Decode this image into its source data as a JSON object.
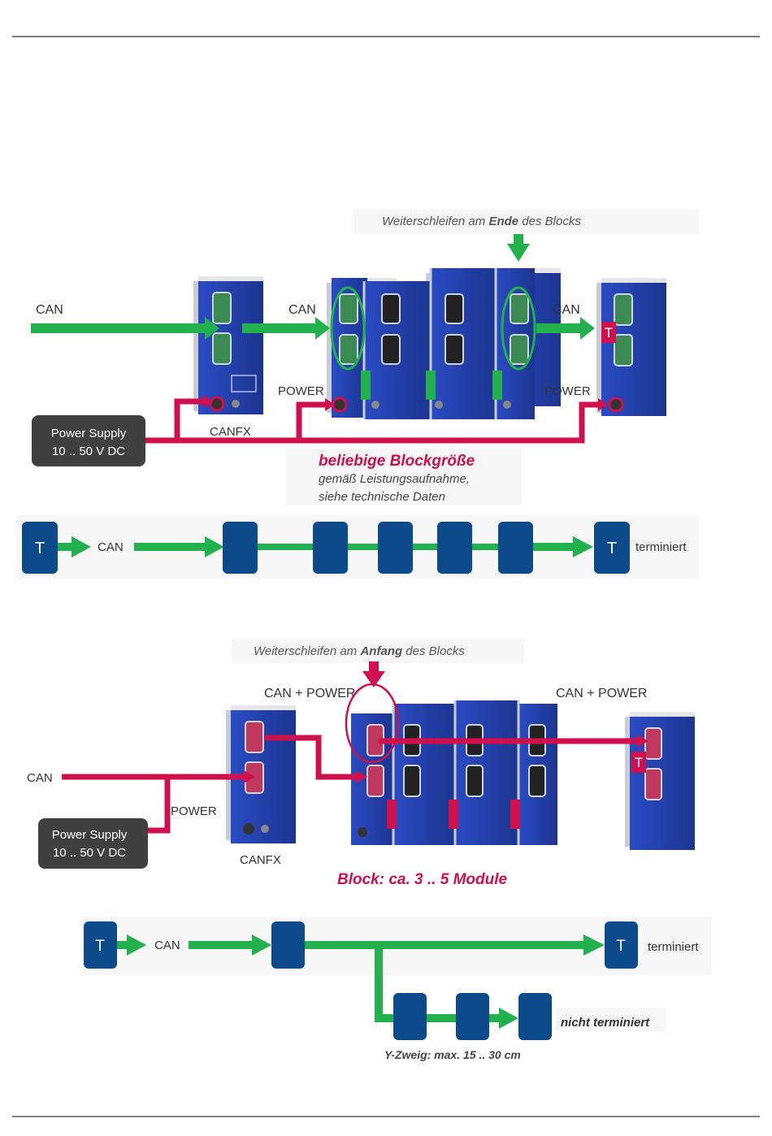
{
  "diagram1": {
    "caption_prefix": "Weiterschleifen am ",
    "caption_bold": "Ende",
    "caption_suffix": " des Blocks",
    "can_left": "CAN",
    "can_mid": "CAN",
    "can_right": "CAN",
    "power_mid": "POWER",
    "power_right": "POWER",
    "canfx": "CANFX",
    "power_supply_line1": "Power Supply",
    "power_supply_line2": "10 .. 50 V DC",
    "block_title": "beliebige Blockgröße",
    "block_sub1": "gemäß Leistungsaufnahme,",
    "block_sub2": "siehe technische Daten",
    "term_t": "T"
  },
  "schema1": {
    "t_left": "T",
    "can": "CAN",
    "t_right": "T",
    "terminated": "terminiert"
  },
  "diagram2": {
    "caption_prefix": "Weiterschleifen am ",
    "caption_bold": "Anfang",
    "caption_suffix": " des Blocks",
    "can_power_left": "CAN + POWER",
    "can_power_right": "CAN + POWER",
    "can_left": "CAN",
    "power": "POWER",
    "canfx": "CANFX",
    "power_supply_line1": "Power Supply",
    "power_supply_line2": "10 .. 50 V DC",
    "block_caption": "Block: ca. 3 .. 5 Module",
    "term_t": "T"
  },
  "schema2": {
    "t_left": "T",
    "can": "CAN",
    "t_right": "T",
    "terminated": "terminiert",
    "not_terminated": "nicht terminiert",
    "y_branch": "Y-Zweig: max. 15 .. 30 cm"
  },
  "colors": {
    "green": "#22b14c",
    "magenta": "#d0104c",
    "navy": "#0d4a8c",
    "module_blue": "#1f3fa8",
    "dark_box": "#404040"
  }
}
